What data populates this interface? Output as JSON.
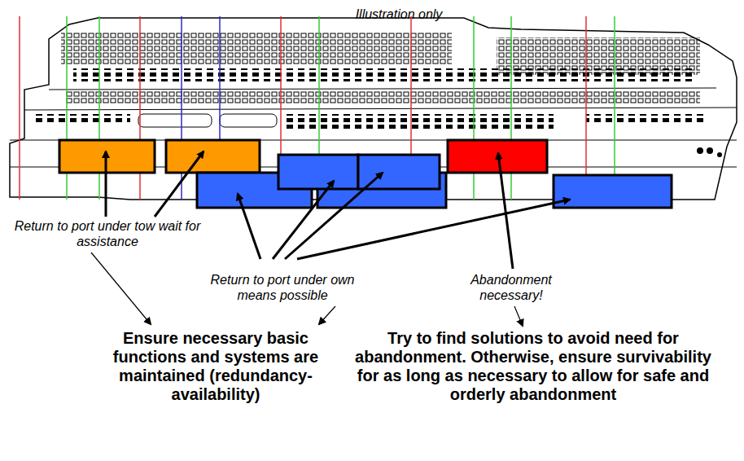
{
  "diagram": {
    "labels": [
      "Illustration only",
      "Return to port under tow wait for assistance",
      "Return to port under own means possible",
      "Abandonment necessary!",
      "Ensure necessary basic functions and systems are maintained (redundancy-availability)",
      "Try to find solutions to avoid need for abandonment. Otherwise, ensure survivability for as long as necessary to allow for safe and orderly abandonment"
    ]
  }
}
